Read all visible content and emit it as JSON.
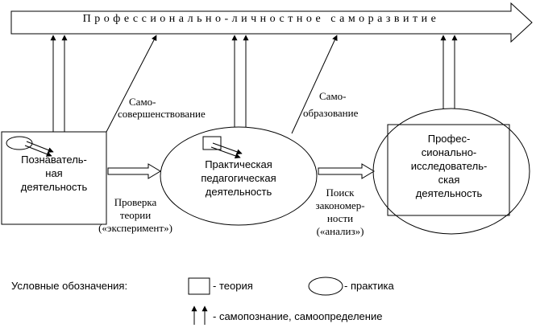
{
  "banner": {
    "title": "Профессионально-личностное саморазвитие"
  },
  "nodes": {
    "cognitive": {
      "lines": [
        "Познаватель-",
        "ная",
        "деятельность"
      ]
    },
    "practical": {
      "lines": [
        "Практическая",
        "педагогическая",
        "деятельность"
      ]
    },
    "research": {
      "lines": [
        "Профес-",
        "сионально-",
        "исследователь-",
        "ская",
        "деятельность"
      ]
    }
  },
  "labels": {
    "self_improvement": [
      "Само-",
      "совершенствование"
    ],
    "self_education": [
      "Само-",
      "образование"
    ],
    "theory_check": [
      "Проверка",
      "теории",
      "(«эксперимент»)"
    ],
    "pattern_search": [
      "Поиск",
      "закономер-",
      "ности",
      "(«анализ»)"
    ]
  },
  "legend": {
    "title": "Условные обозначения:",
    "theory": "- теория",
    "practice": "- практика",
    "self": "- самопознание, самоопределение"
  }
}
